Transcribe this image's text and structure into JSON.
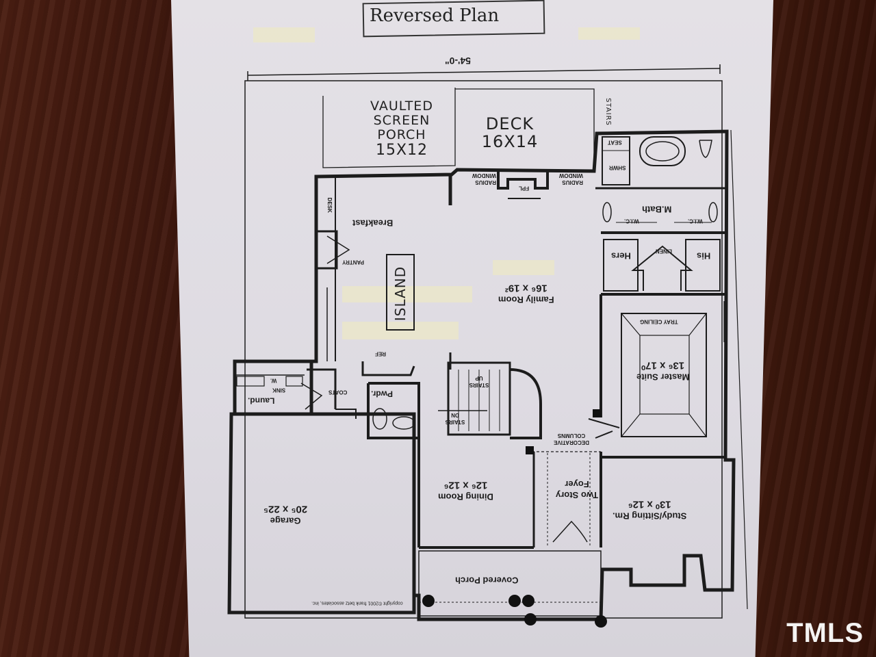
{
  "header": {
    "title": "Reversed Plan",
    "overall_width": "54'-0\""
  },
  "handwritten": {
    "screen_porch": [
      "VAULTED",
      "SCREEN",
      "PORCH",
      "15X12"
    ],
    "deck": [
      "DECK",
      "16X14"
    ],
    "island": "ISLAND",
    "stairs_note": "STAIRS"
  },
  "rooms": {
    "garage": {
      "name": "Garage",
      "size": "20⁵ x 22⁵"
    },
    "dining": {
      "name": "Dining Room",
      "size": "12⁶ x 12⁶"
    },
    "foyer": {
      "name": "Two Story Foyer"
    },
    "study": {
      "name": "Study/Sitting Rm.",
      "size": "13⁰ x 12⁶"
    },
    "family": {
      "name": "Family Room",
      "size": "16⁶ x 19²"
    },
    "master": {
      "name": "Master Suite",
      "size": "13⁶ x 17⁰"
    },
    "breakfast": {
      "name": "Breakfast"
    },
    "mbath": {
      "name": "M.Bath"
    },
    "hers": {
      "name": "Hers"
    },
    "his": {
      "name": "His"
    },
    "linen": {
      "name": "LINEN"
    },
    "pwdr": {
      "name": "Pwdr."
    },
    "laund": {
      "name": "Laund."
    },
    "coats": {
      "name": "COATS"
    },
    "pantry": {
      "name": "PANTRY"
    },
    "desk": {
      "name": "DESK"
    },
    "porch": {
      "name": "Covered Porch"
    },
    "stairs_up": {
      "name": "STAIRS UP"
    },
    "stairs_dn": {
      "name": "STAIRS DN"
    },
    "fpl": {
      "name": "FPL"
    },
    "radius_window_left": {
      "name": "RADIUS WINDOW"
    },
    "radius_window_right": {
      "name": "RADIUS WINDOW"
    },
    "tray": {
      "name": "TRAY CEILING"
    },
    "columns": {
      "name": "DECORATIVE COLUMNS"
    },
    "seat": {
      "name": "SEAT"
    },
    "shwr": {
      "name": "SHWR"
    },
    "wic_left": {
      "name": "W.I.C."
    },
    "wic_right": {
      "name": "W.I.C."
    },
    "ref": {
      "name": "REF"
    },
    "wd": {
      "name": "W."
    },
    "sink": {
      "name": "SINK"
    }
  },
  "copyright": "copyright ©2001 frank betz associates, inc.",
  "watermark": "TMLS",
  "colors": {
    "ink": "#1c1c1c",
    "paper": "#e0dde4",
    "wood": "#3f170d"
  }
}
